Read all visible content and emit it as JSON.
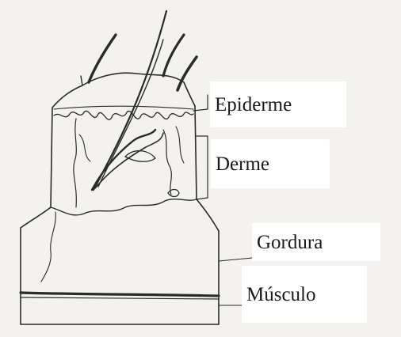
{
  "labels": {
    "epiderme": "Epiderme",
    "derme": "Derme",
    "gordura": "Gordura",
    "musculo": "Músculo"
  },
  "colors": {
    "paper": "#f3f2ee",
    "pencil": "#2a2a2a",
    "label_background": "#ffffff"
  }
}
